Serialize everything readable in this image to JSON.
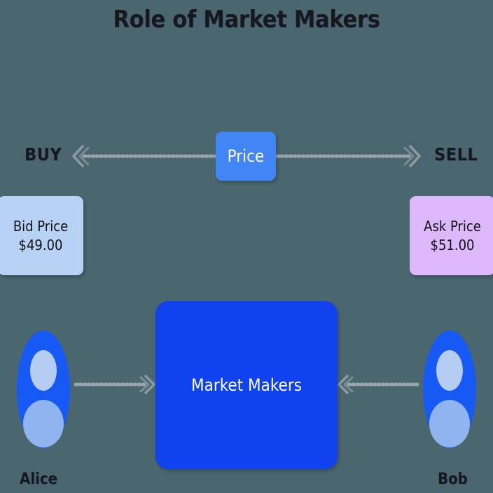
{
  "page": {
    "title": "Role of Market Makers",
    "background_color": "#4a666f"
  },
  "labels": {
    "buy": "BUY",
    "sell": "SELL"
  },
  "nodes": {
    "price": {
      "label": "Price",
      "color": "#4285f4",
      "text_color": "#ffffff"
    },
    "bid": {
      "title": "Bid Price",
      "value": "$49.00",
      "color": "#b7d2f5",
      "text_color": "#101114"
    },
    "ask": {
      "title": "Ask Price",
      "value": "$51.00",
      "color": "#ddb8fa",
      "text_color": "#101114"
    },
    "market_makers": {
      "label": "Market Makers",
      "color": "#1042f0",
      "text_color": "#ffffff"
    }
  },
  "actors": [
    {
      "name": "Alice",
      "icon": "person-avatar-icon",
      "side": "left",
      "avatar_color": "#1659f5",
      "avatar_figure_color": "#b5cdf2"
    },
    {
      "name": "Bob",
      "icon": "person-avatar-icon",
      "side": "right",
      "avatar_color": "#1659f5",
      "avatar_figure_color": "#b5cdf2"
    }
  ],
  "connectors": [
    {
      "id": "buy-to-price",
      "from": "BUY",
      "to": "Price",
      "style": "dotted",
      "arrow": "left",
      "color": "#8d9aa0"
    },
    {
      "id": "price-to-sell",
      "from": "Price",
      "to": "SELL",
      "style": "dotted",
      "arrow": "right",
      "color": "#8d9aa0"
    },
    {
      "id": "alice-to-mm",
      "from": "Alice",
      "to": "Market Makers",
      "style": "dotted",
      "arrow": "right",
      "color": "#8d9aa0"
    },
    {
      "id": "bob-to-mm",
      "from": "Bob",
      "to": "Market Makers",
      "style": "dotted",
      "arrow": "left",
      "color": "#8d9aa0"
    }
  ]
}
